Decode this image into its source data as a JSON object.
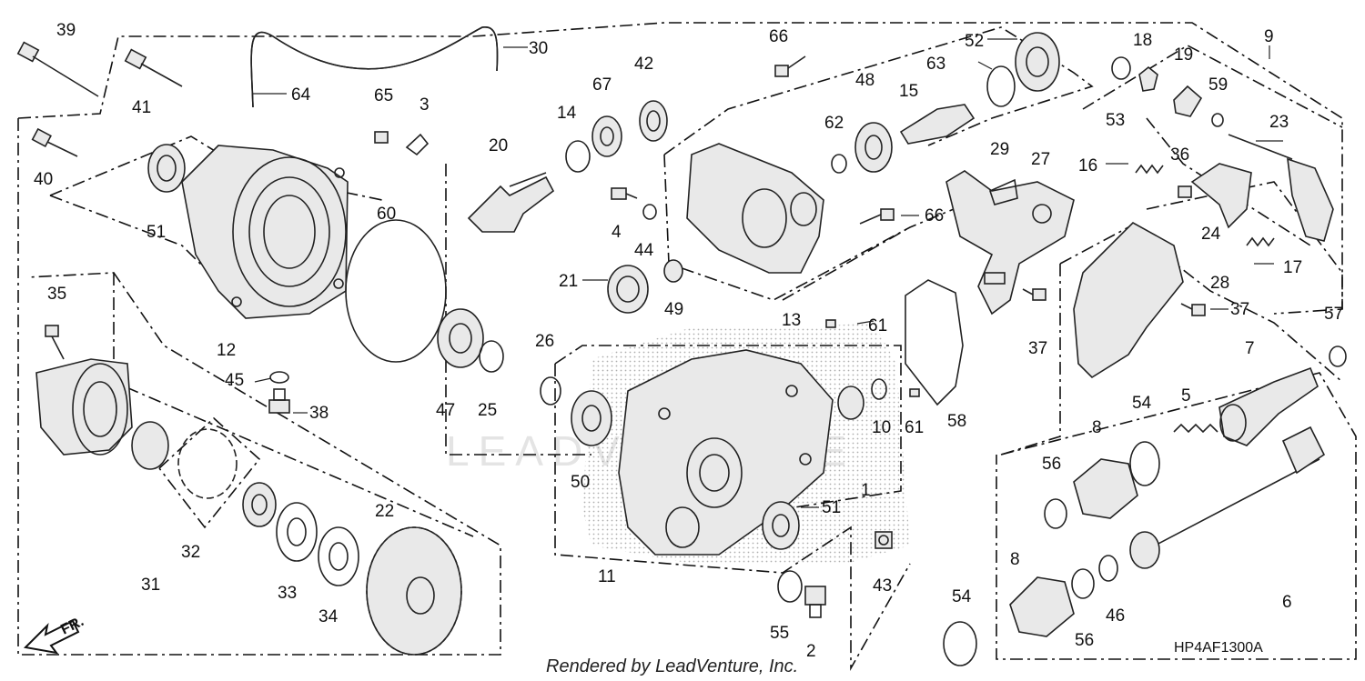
{
  "diagram": {
    "part_numbers": [
      "1",
      "2",
      "3",
      "4",
      "5",
      "6",
      "7",
      "8",
      "9",
      "10",
      "11",
      "12",
      "13",
      "14",
      "15",
      "16",
      "17",
      "18",
      "19",
      "20",
      "21",
      "22",
      "23",
      "24",
      "25",
      "26",
      "27",
      "28",
      "29",
      "30",
      "31",
      "32",
      "33",
      "34",
      "35",
      "36",
      "37",
      "38",
      "39",
      "40",
      "41",
      "42",
      "43",
      "44",
      "45",
      "46",
      "47",
      "48",
      "49",
      "50",
      "51",
      "52",
      "53",
      "54",
      "55",
      "56",
      "57",
      "58",
      "59",
      "60",
      "61",
      "62",
      "63",
      "64",
      "65",
      "66",
      "67"
    ],
    "watermark": "LEADVENTURE",
    "credit": "Rendered by LeadVenture, Inc.",
    "diagram_code": "HP4AF1300A",
    "direction_label": "FR."
  },
  "colors": {
    "ink": "#222222",
    "shade": "#e9e9e9",
    "dots": "#bdbdbd",
    "watermark": "#e4e4e4"
  }
}
